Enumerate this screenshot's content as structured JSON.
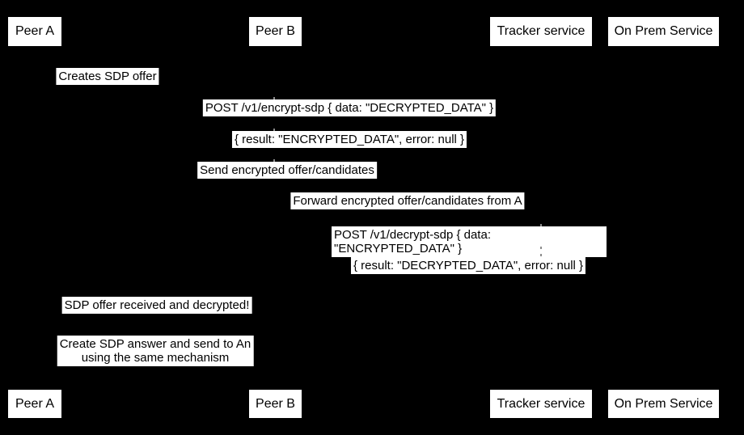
{
  "diagram": {
    "kind": "sequence-diagram",
    "colors": {
      "background": "#000000",
      "label_background": "#ffffff",
      "label_text": "#000000",
      "lifeline_tick": "#8c8c8c"
    }
  },
  "participants": [
    {
      "label": "Peer A"
    },
    {
      "label": "Peer B"
    },
    {
      "label": "Tracker service"
    },
    {
      "label": "On Prem Service"
    }
  ],
  "messages": [
    {
      "text": "Creates SDP offer"
    },
    {
      "text": "POST /v1/encrypt-sdp { data: \"DECRYPTED_DATA\" }"
    },
    {
      "text": "{ result: \"ENCRYPTED_DATA\", error: null }"
    },
    {
      "text": "Send encrypted offer/candidates"
    },
    {
      "text": "Forward encrypted offer/candidates from A"
    },
    {
      "text": "POST /v1/decrypt-sdp { data: \"ENCRYPTED_DATA\" }"
    },
    {
      "text": "{ result: \"DECRYPTED_DATA\", error: null }"
    },
    {
      "text": "SDP offer received and decrypted!"
    },
    {
      "text": "Create SDP answer and send to An\nusing the same mechanism"
    }
  ]
}
